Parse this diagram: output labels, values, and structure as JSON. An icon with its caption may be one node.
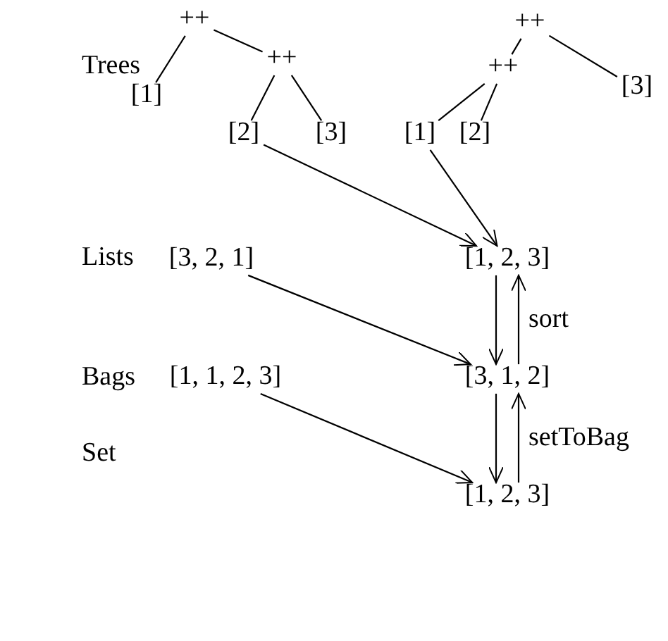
{
  "diagram": {
    "nodes": [
      {
        "text": [
          "++"
        ]
      },
      {
        "text": [
          "[1]"
        ]
      },
      {
        "text": [
          "++"
        ]
      },
      {
        "text": [
          "[2]"
        ]
      },
      {
        "text": [
          "[3]"
        ]
      },
      {
        "text": [
          "++"
        ]
      },
      {
        "text": [
          "++"
        ]
      },
      {
        "text": [
          "[1]"
        ]
      },
      {
        "text": [
          "[2]"
        ]
      },
      {
        "text": [
          "[3]"
        ]
      },
      {
        "text": [
          "[3, 2, 1]"
        ]
      },
      {
        "text": [
          "[1, 2, 3]"
        ]
      },
      {
        "text": [
          "[1, 1, 2, 3]"
        ]
      },
      {
        "text": [
          "[3, 1, 2]"
        ]
      },
      {
        "text": [
          "[1, 2, 3]"
        ]
      }
    ],
    "edges": [
      {
        "from": 0,
        "to": 1,
        "arrow": "none"
      },
      {
        "from": 0,
        "to": 2,
        "arrow": "none"
      },
      {
        "from": 2,
        "to": 3,
        "arrow": "none"
      },
      {
        "from": 2,
        "to": 4,
        "arrow": "none"
      },
      {
        "from": 5,
        "to": 6,
        "arrow": "none"
      },
      {
        "from": 5,
        "to": 9,
        "arrow": "none"
      },
      {
        "from": 6,
        "to": 7,
        "arrow": "none"
      },
      {
        "from": 6,
        "to": 8,
        "arrow": "none"
      },
      {
        "from": 3,
        "to": 11,
        "arrow": "to"
      },
      {
        "from": 7,
        "to": 11,
        "arrow": "to"
      },
      {
        "from": 10,
        "to": 13,
        "arrow": "to"
      },
      {
        "from": 11,
        "to": 13,
        "arrow": "to"
      },
      {
        "from": 13,
        "to": 11,
        "arrow": "to",
        "label": "sort"
      },
      {
        "from": 12,
        "to": 14,
        "arrow": "to"
      },
      {
        "from": 13,
        "to": 14,
        "arrow": "to"
      },
      {
        "from": 14,
        "to": 13,
        "arrow": "to",
        "label": "setToBag"
      }
    ],
    "labels": [
      "Trees",
      "Lists",
      "Bags",
      "Set"
    ]
  }
}
